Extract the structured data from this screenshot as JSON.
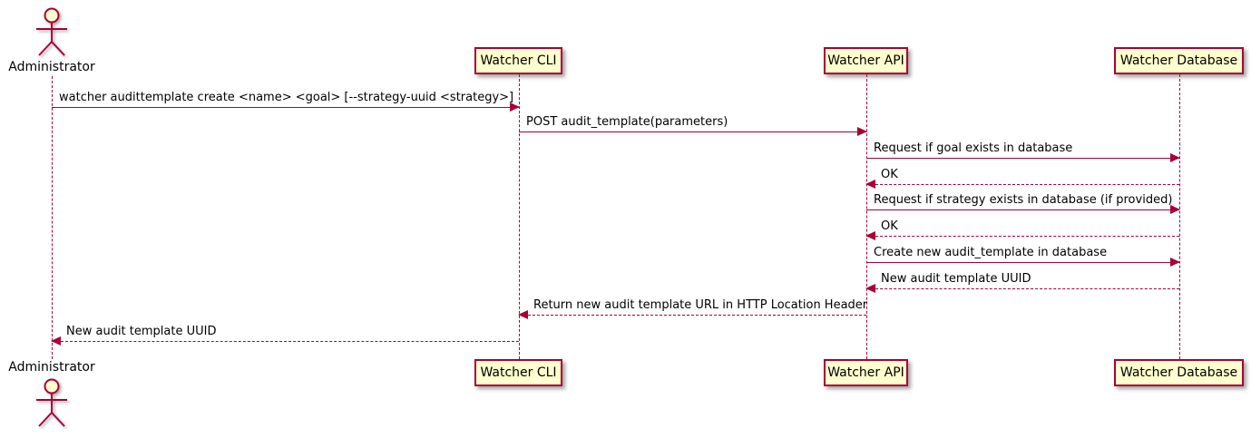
{
  "actor": {
    "name": "Administrator"
  },
  "participants": [
    {
      "name": "Watcher CLI"
    },
    {
      "name": "Watcher API"
    },
    {
      "name": "Watcher Database"
    }
  ],
  "messages": [
    {
      "from": "Administrator",
      "to": "Watcher CLI",
      "line": "solid",
      "label": "watcher audittemplate create <name> <goal> [--strategy-uuid <strategy>]"
    },
    {
      "from": "Watcher CLI",
      "to": "Watcher API",
      "line": "solid",
      "label": "POST audit_template(parameters)"
    },
    {
      "from": "Watcher API",
      "to": "Watcher Database",
      "line": "solid",
      "label": "Request if goal exists in database"
    },
    {
      "from": "Watcher Database",
      "to": "Watcher API",
      "line": "dashed",
      "label": "OK"
    },
    {
      "from": "Watcher API",
      "to": "Watcher Database",
      "line": "solid",
      "label": "Request if strategy exists in database (if provided)"
    },
    {
      "from": "Watcher Database",
      "to": "Watcher API",
      "line": "dashed",
      "label": "OK"
    },
    {
      "from": "Watcher API",
      "to": "Watcher Database",
      "line": "solid",
      "label": "Create new audit_template in database"
    },
    {
      "from": "Watcher Database",
      "to": "Watcher API",
      "line": "dashed",
      "label": "New audit template UUID"
    },
    {
      "from": "Watcher API",
      "to": "Watcher CLI",
      "line": "dashed",
      "label": "Return new audit template URL in HTTP Location Header"
    },
    {
      "from": "Watcher CLI",
      "to": "Administrator",
      "line": "dashed",
      "label": "New audit template UUID"
    }
  ],
  "colors": {
    "participant_fill": "#fefece",
    "stroke": "#a80036",
    "text": "#000000",
    "background": "#ffffff"
  }
}
